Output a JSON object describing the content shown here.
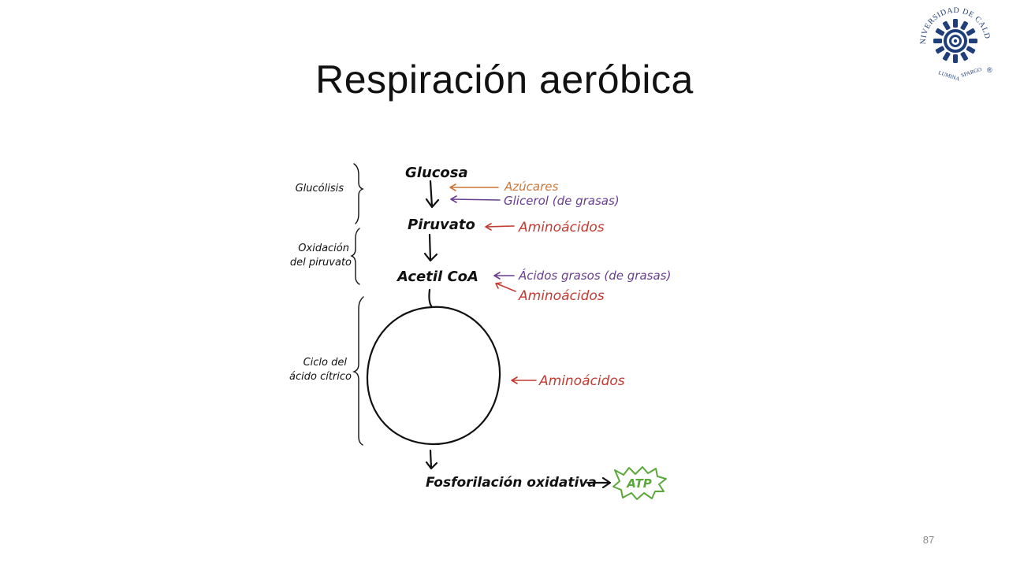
{
  "slide": {
    "title": "Respiración aeróbica",
    "page_number": "87"
  },
  "logo": {
    "top_text": "UNIVERSIDAD DE CALDAS",
    "bottom_left": "LUMINA",
    "bottom_right": "SPARGO",
    "registered": "®",
    "color": "#1f3f7a"
  },
  "diagram": {
    "stages": {
      "glycolysis": "Glucólisis",
      "pyruvate_oxidation_line1": "Oxidación",
      "pyruvate_oxidation_line2": "del piruvato",
      "citric_cycle_line1": "Ciclo del",
      "citric_cycle_line2": "ácido cítrico"
    },
    "molecules": {
      "glucose": "Glucosa",
      "pyruvate": "Piruvato",
      "acetyl_coa": "Acetil CoA",
      "oxidative_phosphorylation": "Fosforilación oxidativa",
      "atp": "ATP"
    },
    "inputs": {
      "sugars": "Azúcares",
      "glycerol": "Glicerol (de grasas)",
      "amino_1": "Aminoácidos",
      "fatty_acids": "Ácidos grasos (de grasas)",
      "amino_2": "Aminoácidos",
      "amino_3": "Aminoácidos"
    },
    "colors": {
      "ink": "#111111",
      "sugars": "#c9773a",
      "purple": "#6a3d8e",
      "red": "#c23b32",
      "atp": "#5aa83a"
    }
  }
}
